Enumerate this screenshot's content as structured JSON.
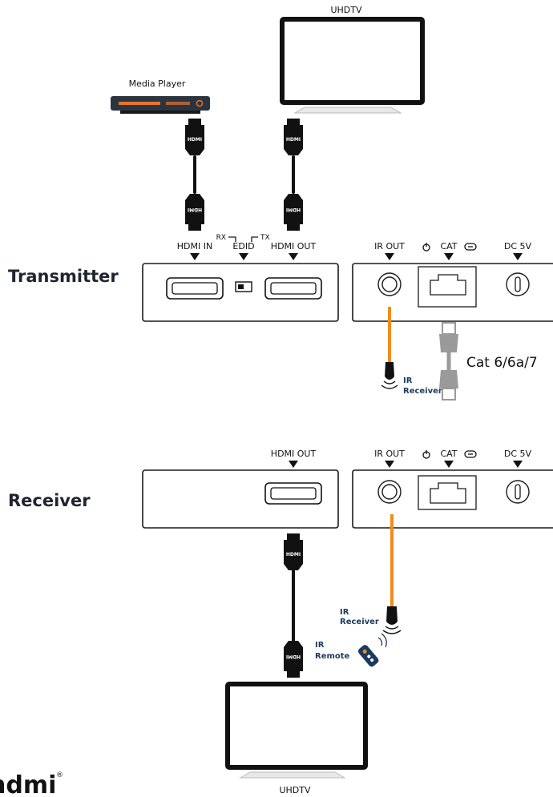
{
  "tv_top_label": "UHDTV",
  "tv_bottom_label": "UHDTV",
  "media_player_label": "Media Player",
  "hdmi_plug_text": "HDMI",
  "transmitter": {
    "title": "Transmitter",
    "hdmi_in": "HDMI IN",
    "edid": "EDID",
    "rx": "RX",
    "tx": "TX",
    "hdmi_out": "HDMI OUT",
    "ir_out": "IR OUT",
    "cat": "CAT",
    "dc": "DC 5V"
  },
  "receiver": {
    "title": "Receiver",
    "hdmi_out": "HDMI OUT",
    "ir_out": "IR OUT",
    "cat": "CAT",
    "dc": "DC 5V"
  },
  "cable_label": "Cat 6/6a/7",
  "ir_receiver_top": [
    "IR",
    "Receiver"
  ],
  "ir_receiver_bottom": [
    "IR",
    "Receiver"
  ],
  "ir_remote": [
    "IR",
    "Remote"
  ],
  "logo_text": "hdmi",
  "colors": {
    "ir_cable": "#f28c1b",
    "cat_cable": "#9a9a9a",
    "ir_text": "#1c3a5e"
  }
}
